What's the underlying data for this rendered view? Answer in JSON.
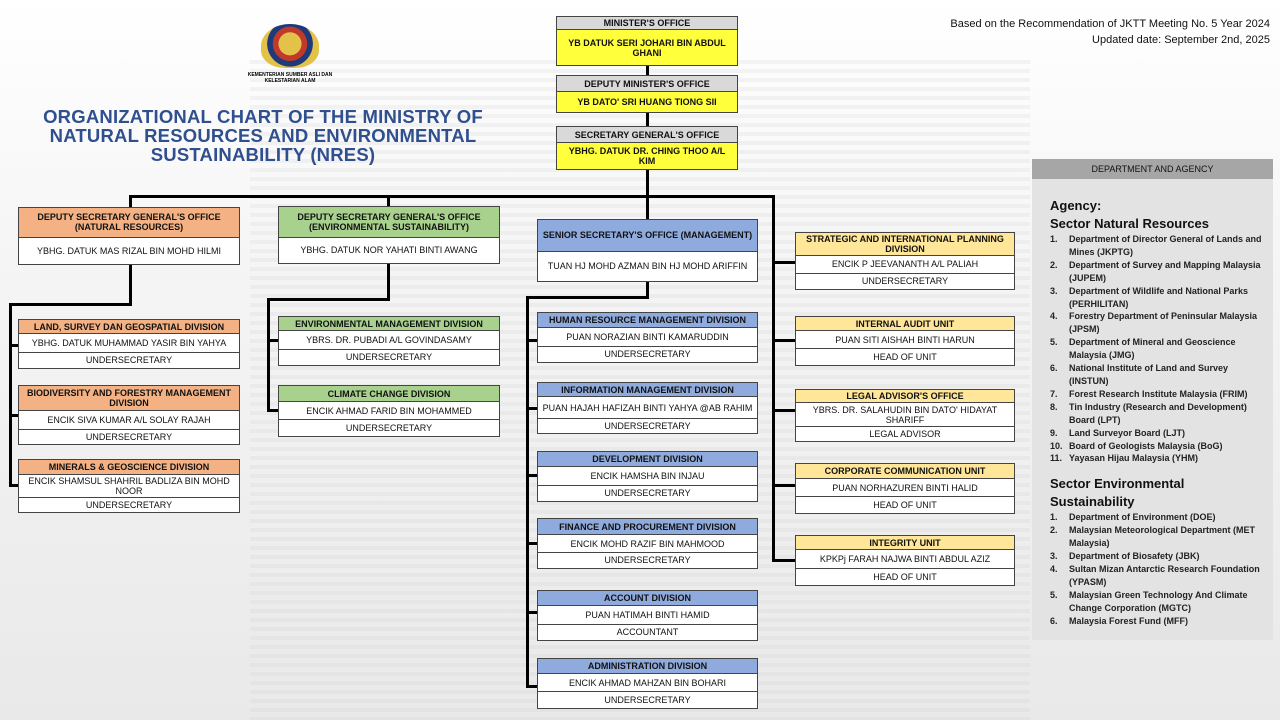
{
  "header": {
    "title": "ORGANIZATIONAL CHART OF THE MINISTRY OF NATURAL RESOURCES AND ENVIRONMENTAL SUSTAINABILITY (NRES)",
    "logo_text": "KEMENTERIAN SUMBER ASLI DAN KELESTARIAN ALAM",
    "note_line1": "Based on the Recommendation of JKTT Meeting No. 5 Year 2024",
    "note_line2": "Updated date: September 2nd, 2025"
  },
  "colors": {
    "orange": "#f4b183",
    "green": "#a9d18e",
    "blue": "#8faadc",
    "yellow_header": "#ffe699",
    "yellow_name": "#ffff3c",
    "gray_header": "#d9d9d9"
  },
  "units": {
    "minister": {
      "header": "MINISTER'S OFFICE",
      "name": "YB DATUK SERI JOHARI BIN ABDUL GHANI"
    },
    "deputy_minister": {
      "header": "DEPUTY MINISTER'S OFFICE",
      "name": "YB DATO' SRI HUANG TIONG SII"
    },
    "secretary_general": {
      "header": "SECRETARY GENERAL'S OFFICE",
      "name": "YBHG. DATUK DR. CHING THOO A/L KIM"
    },
    "dsg_nr": {
      "header": "DEPUTY SECRETARY GENERAL'S OFFICE (NATURAL RESOURCES)",
      "name": "YBHG. DATUK MAS RIZAL BIN MOHD HILMI"
    },
    "dsg_es": {
      "header": "DEPUTY SECRETARY GENERAL'S OFFICE (ENVIRONMENTAL SUSTAINABILITY)",
      "name": "YBHG. DATUK NOR YAHATI BINTI AWANG"
    },
    "senior_sec": {
      "header": "SENIOR SECRETARY'S OFFICE (MANAGEMENT)",
      "name": "TUAN HJ MOHD AZMAN BIN HJ MOHD ARIFFIN"
    },
    "land": {
      "header": "LAND, SURVEY DAN GEOSPATIAL DIVISION",
      "name": "YBHG. DATUK MUHAMMAD YASIR BIN YAHYA",
      "role": "UNDERSECRETARY"
    },
    "bio": {
      "header": "BIODIVERSITY AND FORESTRY MANAGEMENT DIVISION",
      "name": "ENCIK SIVA KUMAR A/L SOLAY RAJAH",
      "role": "UNDERSECRETARY"
    },
    "minerals": {
      "header": "MINERALS & GEOSCIENCE DIVISION",
      "name": "ENCIK SHAMSUL SHAHRIL BADLIZA BIN MOHD NOOR",
      "role": "UNDERSECRETARY"
    },
    "env": {
      "header": "ENVIRONMENTAL MANAGEMENT DIVISION",
      "name": "YBRS. DR. PUBADI A/L GOVINDASAMY",
      "role": "UNDERSECRETARY"
    },
    "climate": {
      "header": "CLIMATE CHANGE DIVISION",
      "name": "ENCIK AHMAD FARID BIN MOHAMMED",
      "role": "UNDERSECRETARY"
    },
    "hr": {
      "header": "HUMAN RESOURCE MANAGEMENT DIVISION",
      "name": "PUAN NORAZIAN BINTI KAMARUDDIN",
      "role": "UNDERSECRETARY"
    },
    "info": {
      "header": "INFORMATION MANAGEMENT DIVISION",
      "name": "PUAN HAJAH HAFIZAH BINTI YAHYA @AB RAHIM",
      "role": "UNDERSECRETARY"
    },
    "dev": {
      "header": "DEVELOPMENT DIVISION",
      "name": "ENCIK HAMSHA BIN INJAU",
      "role": "UNDERSECRETARY"
    },
    "finance": {
      "header": "FINANCE AND PROCUREMENT DIVISION",
      "name": "ENCIK MOHD RAZIF BIN MAHMOOD",
      "role": "UNDERSECRETARY"
    },
    "account": {
      "header": "ACCOUNT DIVISION",
      "name": "PUAN HATIMAH BINTI HAMID",
      "role": "ACCOUNTANT"
    },
    "admin": {
      "header": "ADMINISTRATION DIVISION",
      "name": "ENCIK AHMAD MAHZAN BIN BOHARI",
      "role": "UNDERSECRETARY"
    },
    "strategic": {
      "header": "STRATEGIC AND INTERNATIONAL PLANNING DIVISION",
      "name": "ENCIK P JEEVANANTH A/L PALIAH",
      "role": "UNDERSECRETARY"
    },
    "audit": {
      "header": "INTERNAL AUDIT UNIT",
      "name": "PUAN SITI AISHAH BINTI HARUN",
      "role": "HEAD OF UNIT"
    },
    "legal": {
      "header": "LEGAL ADVISOR'S OFFICE",
      "name": "YBRS. DR. SALAHUDIN BIN DATO' HIDAYAT SHARIFF",
      "role": "LEGAL ADVISOR"
    },
    "corporate": {
      "header": "CORPORATE COMMUNICATION UNIT",
      "name": "PUAN NORHAZUREN BINTI HALID",
      "role": "HEAD OF UNIT"
    },
    "integrity": {
      "header": "INTEGRITY UNIT",
      "name": "KPKPj FARAH NAJWA BINTI ABDUL AZIZ",
      "role": "HEAD OF UNIT"
    }
  },
  "panel": {
    "header": "DEPARTMENT AND AGENCY",
    "agency_label": "Agency:",
    "sector1": "Sector Natural Resources",
    "sector1_items": [
      "Department of Director General of Lands and Mines (JKPTG)",
      "Department of Survey and Mapping Malaysia (JUPEM)",
      "Department of Wildlife and National Parks (PERHILITAN)",
      "Forestry Department of Peninsular Malaysia (JPSM)",
      "Department of Mineral and Geoscience Malaysia (JMG)",
      "National Institute of Land and Survey (INSTUN)",
      "Forest Research Institute Malaysia (FRIM)",
      "Tin Industry (Research and Development) Board (LPT)",
      "Land Surveyor Board (LJT)",
      "Board of Geologists Malaysia (BoG)",
      "Yayasan Hijau Malaysia (YHM)"
    ],
    "sector2": "Sector Environmental Sustainability",
    "sector2_items": [
      "Department of Environment (DOE)",
      "Malaysian Meteorological Department (MET Malaysia)",
      "Department of Biosafety (JBK)",
      "Sultan Mizan Antarctic Research Foundation (YPASM)",
      "Malaysian Green Technology And Climate Change Corporation (MGTC)",
      "Malaysia Forest Fund (MFF)"
    ]
  }
}
